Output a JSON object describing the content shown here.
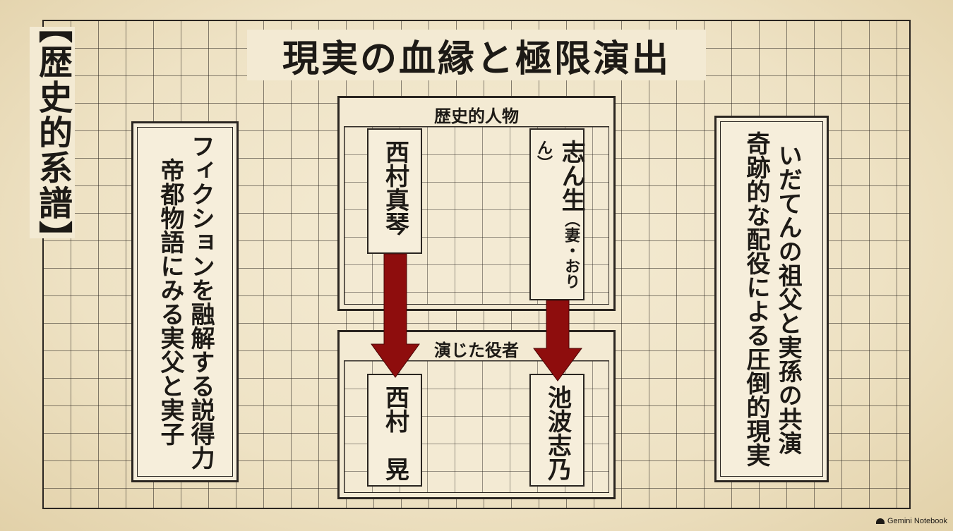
{
  "side_label": "【歴史的系譜】",
  "title": "現実の血縁と極限演出",
  "left_card": {
    "lines": [
      "フィクションを融解する説得力",
      "帝都物語にみる実父と実子"
    ]
  },
  "right_card": {
    "lines": [
      "いだてんの祖父と実孫の共演",
      "奇跡的な配役による圧倒的現実"
    ]
  },
  "historical_panel": {
    "heading": "歴史的人物",
    "person1": "西村真琴",
    "person2_main": "志ん生",
    "person2_note": "（妻・おりん）"
  },
  "actor_panel": {
    "heading": "演じた役者",
    "actor1": "西村　晃",
    "actor2": "池波志乃"
  },
  "colors": {
    "arrow": "#8e0d0d",
    "ink": "#1d1a16",
    "paper": "#f3ead3"
  },
  "branding": "Gemini Notebook"
}
